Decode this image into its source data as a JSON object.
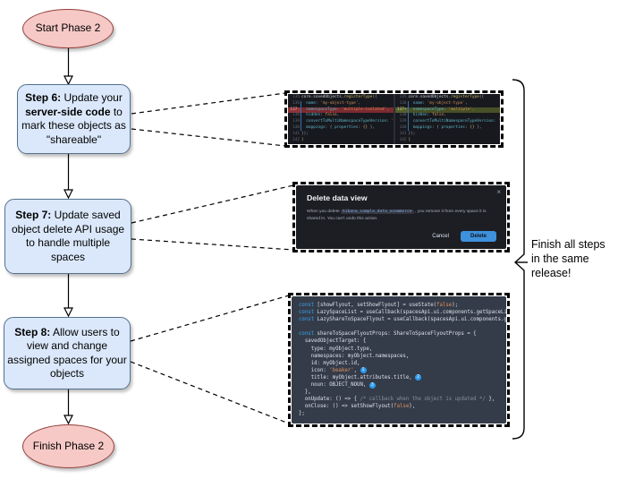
{
  "diagram": {
    "start_label": "Start Phase 2",
    "finish_label": "Finish Phase 2",
    "steps": [
      {
        "segments": [
          [
            "b",
            "Step 6:"
          ],
          [
            "p",
            " Update your "
          ],
          [
            "b",
            "server-side code"
          ],
          [
            "p",
            " to mark these objects as \"shareable\""
          ]
        ]
      },
      {
        "segments": [
          [
            "b",
            "Step 7:"
          ],
          [
            "p",
            " Update saved object delete API usage to handle multiple spaces"
          ]
        ]
      },
      {
        "segments": [
          [
            "b",
            "Step 8:"
          ],
          [
            "p",
            " Allow users to view and change assigned spaces for your objects"
          ]
        ]
      }
    ],
    "brace_note": "Finish all steps\nin the same\nrelease!"
  },
  "diff_screenshot": {
    "left": [
      {
        "n": "135",
        "seg": [
          [
            "p",
            "core.savedObjects."
          ],
          [
            "fn",
            "registerType"
          ],
          [
            "pu",
            "({"
          ]
        ]
      },
      {
        "n": "136",
        "seg": [
          [
            "pr",
            "  name"
          ],
          [
            "pu",
            ": "
          ],
          [
            "s",
            "'my-object-type'"
          ],
          [
            "pu",
            ","
          ]
        ]
      },
      {
        "n": "137-",
        "m": "del",
        "seg": [
          [
            "pr",
            "  namespaceType"
          ],
          [
            "pu",
            ": "
          ],
          [
            "s",
            "'multiple-isolated'"
          ],
          [
            "pu",
            ","
          ]
        ]
      },
      {
        "n": "138",
        "seg": [
          [
            "pr",
            "  hidden"
          ],
          [
            "pu",
            ": "
          ],
          [
            "k",
            "false"
          ],
          [
            "pu",
            ","
          ]
        ]
      },
      {
        "n": "139",
        "seg": [
          [
            "pr",
            "  convertToMultiNamespaceTypeVersion"
          ],
          [
            "pu",
            ": "
          ],
          [
            "s",
            "'"
          ]
        ]
      },
      {
        "n": "140",
        "seg": [
          [
            "pr",
            "  mappings"
          ],
          [
            "pu",
            ": { "
          ],
          [
            "pr",
            "properties"
          ],
          [
            "pu",
            ": "
          ],
          [
            "num",
            "{}"
          ],
          [
            "pu",
            " },"
          ]
        ]
      },
      {
        "n": "141",
        "seg": [
          [
            "pu",
            "});"
          ]
        ]
      },
      {
        "n": "142",
        "seg": [
          [
            "fn",
            "}"
          ]
        ]
      }
    ],
    "right": [
      {
        "n": "135",
        "seg": [
          [
            "p",
            "core.savedObjects."
          ],
          [
            "fn",
            "registerType"
          ],
          [
            "pu",
            "({"
          ]
        ]
      },
      {
        "n": "136",
        "seg": [
          [
            "pr",
            "  name"
          ],
          [
            "pu",
            ": "
          ],
          [
            "s",
            "'my-object-type'"
          ],
          [
            "pu",
            ","
          ]
        ]
      },
      {
        "n": "137+",
        "m": "add",
        "seg": [
          [
            "pr",
            "  namespaceType"
          ],
          [
            "pu",
            ": "
          ],
          [
            "s",
            "'multiple'"
          ],
          [
            "pu",
            ","
          ]
        ]
      },
      {
        "n": "138",
        "seg": [
          [
            "pr",
            "  hidden"
          ],
          [
            "pu",
            ": "
          ],
          [
            "k",
            "false"
          ],
          [
            "pu",
            ","
          ]
        ]
      },
      {
        "n": "139",
        "seg": [
          [
            "pr",
            "  convertToMultiNamespaceTypeVersion"
          ],
          [
            "pu",
            ": "
          ],
          [
            "s",
            "'"
          ]
        ]
      },
      {
        "n": "140",
        "seg": [
          [
            "pr",
            "  mappings"
          ],
          [
            "pu",
            ": { "
          ],
          [
            "pr",
            "properties"
          ],
          [
            "pu",
            ": "
          ],
          [
            "num",
            "{}"
          ],
          [
            "pu",
            " },"
          ]
        ]
      },
      {
        "n": "141",
        "seg": [
          [
            "pu",
            "});"
          ]
        ]
      },
      {
        "n": "142",
        "seg": [
          [
            "fn",
            "}"
          ]
        ]
      }
    ]
  },
  "modal_screenshot": {
    "title": "Delete data view",
    "close_icon": "×",
    "body_segments": [
      [
        "p",
        "When you delete "
      ],
      [
        "ch",
        "kibana_sample_data_ecommerce"
      ],
      [
        "p",
        " , you remove it from every space it is shared in. You can't undo this action."
      ]
    ],
    "cancel_label": "Cancel",
    "delete_label": "Delete"
  },
  "code_screenshot": {
    "lines": [
      [
        [
          "k",
          "const"
        ],
        [
          "p",
          " [showFlyout, setShowFlyout] = useState("
        ],
        [
          "s",
          "false"
        ],
        [
          "p",
          ");"
        ]
      ],
      [
        [
          "k",
          "const"
        ],
        [
          "p",
          " LazySpaceList = useCallback(spacesApi.ui.components.getSpaceLis"
        ]
      ],
      [
        [
          "k",
          "const"
        ],
        [
          "p",
          " LazyShareToSpaceFlyout = useCallback(spacesApi.ui.components.ge"
        ]
      ],
      [],
      [
        [
          "k",
          "const"
        ],
        [
          "p",
          " shareToSpaceFlyoutProps: ShareToSpaceFlyoutProps = {"
        ]
      ],
      [
        [
          "p",
          "  savedObjectTarget: {"
        ]
      ],
      [
        [
          "p",
          "    type: myObject.type,"
        ]
      ],
      [
        [
          "p",
          "    namespaces: myObject.namespaces,"
        ]
      ],
      [
        [
          "p",
          "    id: myObject.id,"
        ]
      ],
      [
        [
          "p",
          "    icon: "
        ],
        [
          "s",
          "'beaker'"
        ],
        [
          "p",
          ", "
        ],
        [
          "n",
          "1"
        ]
      ],
      [
        [
          "p",
          "    title: myObject.attributes.title, "
        ],
        [
          "n",
          "2"
        ]
      ],
      [
        [
          "p",
          "    noun: OBJECT_NOUN, "
        ],
        [
          "n",
          "3"
        ]
      ],
      [
        [
          "p",
          "  },"
        ]
      ],
      [
        [
          "p",
          "  onUpdate: () => { "
        ],
        [
          "c",
          "/* callback when the object is updated */"
        ],
        [
          "p",
          " },"
        ]
      ],
      [
        [
          "p",
          "  onClose: () => setShowFlyout("
        ],
        [
          "s",
          "false"
        ],
        [
          "p",
          "),"
        ]
      ],
      [
        [
          "p",
          "};"
        ]
      ]
    ]
  },
  "colors": {
    "node_pink_fill": "#f6c9c6",
    "node_pink_border": "#93403d",
    "node_blue_fill": "#dbe8fb",
    "node_blue_border": "#54708c",
    "diff_bg": "#17191e",
    "diff_removed_bg": "#7b2a30",
    "diff_added_bg": "#475026",
    "modal_bg": "#1d1e24",
    "primary_button_blue": "#3e91dd",
    "code_bg": "#353c49",
    "keyword_blue": "#36a2ef",
    "badge_blue": "#2c9bf0"
  }
}
